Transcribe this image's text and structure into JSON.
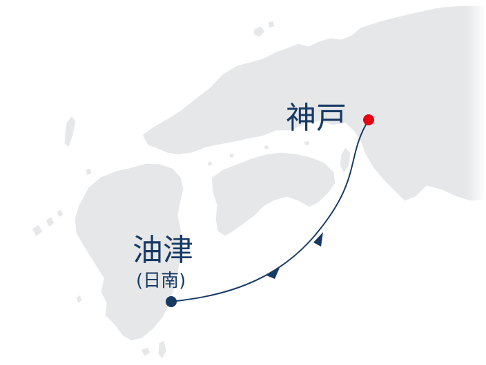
{
  "map": {
    "land_color": "#e6e7e9",
    "route_color": "#173a64",
    "background": "#ffffff"
  },
  "ports": {
    "kobe": {
      "name": "神戸",
      "marker_color": "#e60012"
    },
    "aburatsu": {
      "name": "油津",
      "sub_name": "(日南)",
      "marker_color": "#173a64"
    }
  },
  "route": {
    "direction": "two-way"
  }
}
